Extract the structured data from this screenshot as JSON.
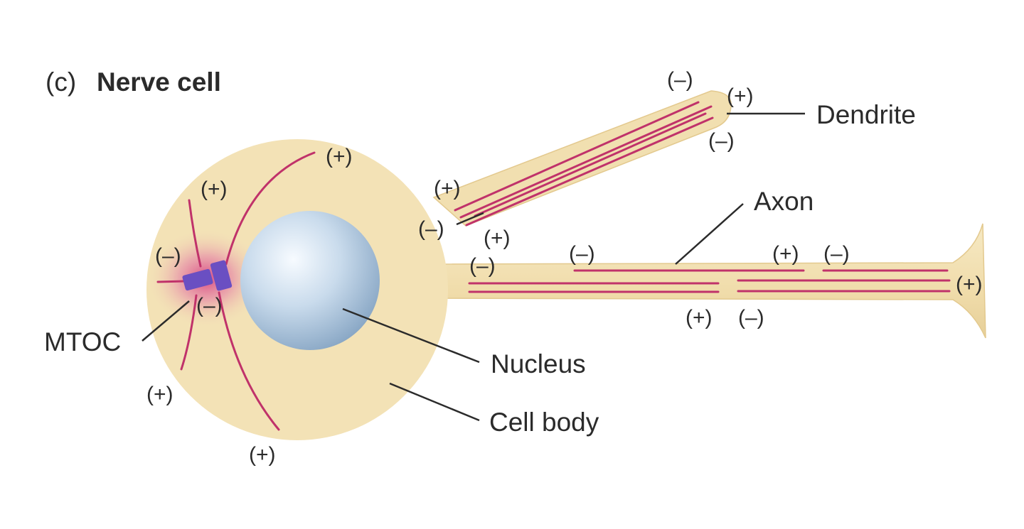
{
  "panel": {
    "letter": "(c)",
    "title": "Nerve cell"
  },
  "labels": {
    "dendrite": "Dendrite",
    "axon": "Axon",
    "mtoc": "MTOC",
    "nucleus": "Nucleus",
    "cell_body": "Cell body"
  },
  "polarity": {
    "plus": "(+)",
    "minus": "(–)"
  },
  "colors": {
    "cytoplasm": "#f3e2b6",
    "microtubule": "#c0326a",
    "mtoc": "#6a4fc2",
    "nucleus": "#a9c4dc",
    "leader_line": "#2b2b2b"
  }
}
